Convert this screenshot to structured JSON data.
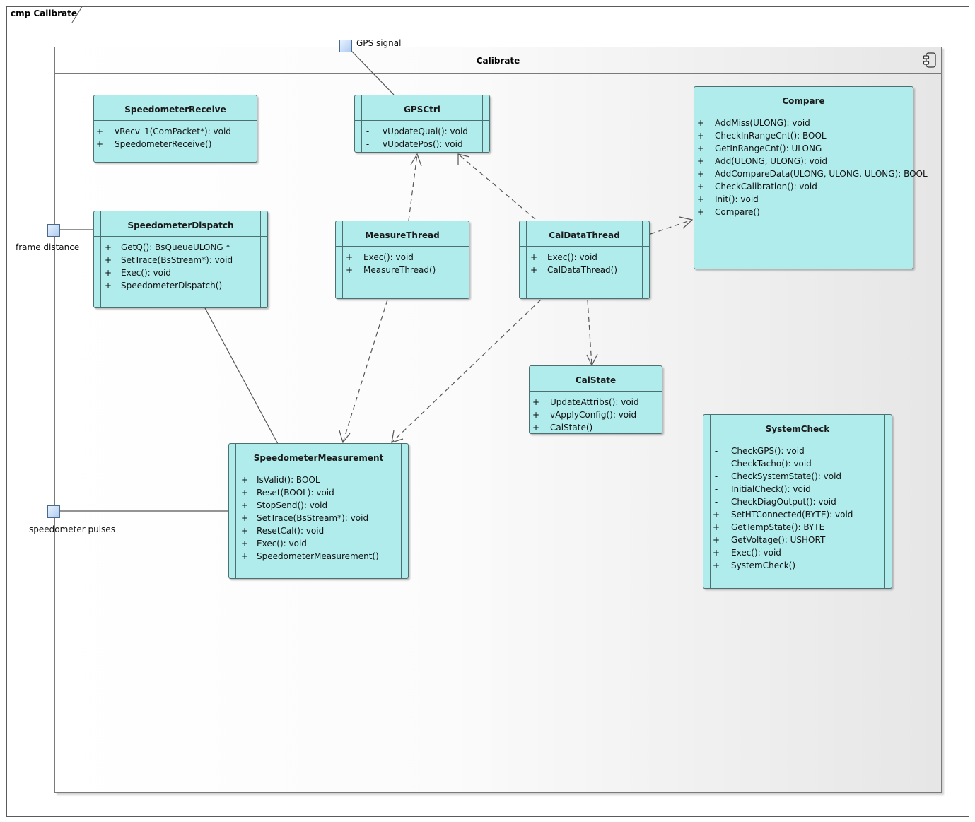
{
  "frame": {
    "label": "cmp Calibrate"
  },
  "component": {
    "name": "Calibrate",
    "icon": "component-icon"
  },
  "ports": [
    {
      "id": "gps",
      "label": "GPS signal"
    },
    {
      "id": "frame",
      "label": "frame distance"
    },
    {
      "id": "pulses",
      "label": "speedometer pulses"
    }
  ],
  "classes": {
    "speedometer_receive": {
      "name": "SpeedometerReceive",
      "active": false,
      "ops": [
        {
          "v": "+",
          "s": "vRecv_1(ComPacket*): void"
        },
        {
          "v": "+",
          "s": "SpeedometerReceive()"
        }
      ]
    },
    "gpsctrl": {
      "name": "GPSCtrl",
      "active": true,
      "ops": [
        {
          "v": "-",
          "s": "vUpdateQual(): void"
        },
        {
          "v": "-",
          "s": "vUpdatePos(): void"
        }
      ]
    },
    "compare": {
      "name": "Compare",
      "active": false,
      "ops": [
        {
          "v": "+",
          "s": "AddMiss(ULONG): void"
        },
        {
          "v": "+",
          "s": "CheckInRangeCnt(): BOOL"
        },
        {
          "v": "+",
          "s": "GetInRangeCnt(): ULONG"
        },
        {
          "v": "+",
          "s": "Add(ULONG, ULONG): void"
        },
        {
          "v": "+",
          "s": "AddCompareData(ULONG, ULONG, ULONG): BOOL"
        },
        {
          "v": "+",
          "s": "CheckCalibration(): void"
        },
        {
          "v": "+",
          "s": "Init(): void"
        },
        {
          "v": "+",
          "s": "Compare()"
        }
      ]
    },
    "speedometer_dispatch": {
      "name": "SpeedometerDispatch",
      "active": true,
      "ops": [
        {
          "v": "+",
          "s": "GetQ(): BsQueueULONG *"
        },
        {
          "v": "+",
          "s": "SetTrace(BsStream*): void"
        },
        {
          "v": "+",
          "s": "Exec(): void"
        },
        {
          "v": "+",
          "s": "SpeedometerDispatch()"
        }
      ]
    },
    "measure_thread": {
      "name": "MeasureThread",
      "active": true,
      "ops": [
        {
          "v": "+",
          "s": "Exec(): void"
        },
        {
          "v": "+",
          "s": "MeasureThread()"
        }
      ]
    },
    "cal_data_thread": {
      "name": "CalDataThread",
      "active": true,
      "ops": [
        {
          "v": "+",
          "s": "Exec(): void"
        },
        {
          "v": "+",
          "s": "CalDataThread()"
        }
      ]
    },
    "cal_state": {
      "name": "CalState",
      "active": false,
      "ops": [
        {
          "v": "+",
          "s": "UpdateAttribs(): void"
        },
        {
          "v": "+",
          "s": "vApplyConfig(): void"
        },
        {
          "v": "+",
          "s": "CalState()"
        }
      ]
    },
    "speedometer_measurement": {
      "name": "SpeedometerMeasurement",
      "active": true,
      "ops": [
        {
          "v": "+",
          "s": "IsValid(): BOOL"
        },
        {
          "v": "+",
          "s": "Reset(BOOL): void"
        },
        {
          "v": "+",
          "s": "StopSend(): void"
        },
        {
          "v": "+",
          "s": "SetTrace(BsStream*): void"
        },
        {
          "v": "+",
          "s": "ResetCal(): void"
        },
        {
          "v": "+",
          "s": "Exec(): void"
        },
        {
          "v": "+",
          "s": "SpeedometerMeasurement()"
        }
      ]
    },
    "system_check": {
      "name": "SystemCheck",
      "active": true,
      "ops": [
        {
          "v": "-",
          "s": "CheckGPS(): void"
        },
        {
          "v": "-",
          "s": "CheckTacho(): void"
        },
        {
          "v": "-",
          "s": "CheckSystemState(): void"
        },
        {
          "v": "-",
          "s": "InitialCheck(): void"
        },
        {
          "v": "-",
          "s": "CheckDiagOutput(): void"
        },
        {
          "v": "+",
          "s": "SetHTConnected(BYTE): void"
        },
        {
          "v": "+",
          "s": "GetTempState(): BYTE"
        },
        {
          "v": "+",
          "s": "GetVoltage(): USHORT"
        },
        {
          "v": "+",
          "s": "Exec(): void"
        },
        {
          "v": "+",
          "s": "SystemCheck()"
        }
      ]
    }
  },
  "dependencies": [
    {
      "from": "MeasureThread",
      "to": "GPSCtrl"
    },
    {
      "from": "CalDataThread",
      "to": "GPSCtrl"
    },
    {
      "from": "CalDataThread",
      "to": "Compare"
    },
    {
      "from": "CalDataThread",
      "to": "CalState"
    },
    {
      "from": "MeasureThread",
      "to": "SpeedometerMeasurement"
    },
    {
      "from": "CalDataThread",
      "to": "SpeedometerMeasurement"
    }
  ],
  "connectors": [
    {
      "from": "GPS signal",
      "to": "GPSCtrl"
    },
    {
      "from": "frame distance",
      "to": "SpeedometerDispatch"
    },
    {
      "from": "speedometer pulses",
      "to": "SpeedometerMeasurement"
    },
    {
      "from": "SpeedometerDispatch",
      "to": "SpeedometerMeasurement"
    }
  ],
  "colors": {
    "class_fill": "#b0ecec",
    "class_border": "#4e6f6f",
    "line": "#555555",
    "port_fill": "#aecbf2"
  }
}
